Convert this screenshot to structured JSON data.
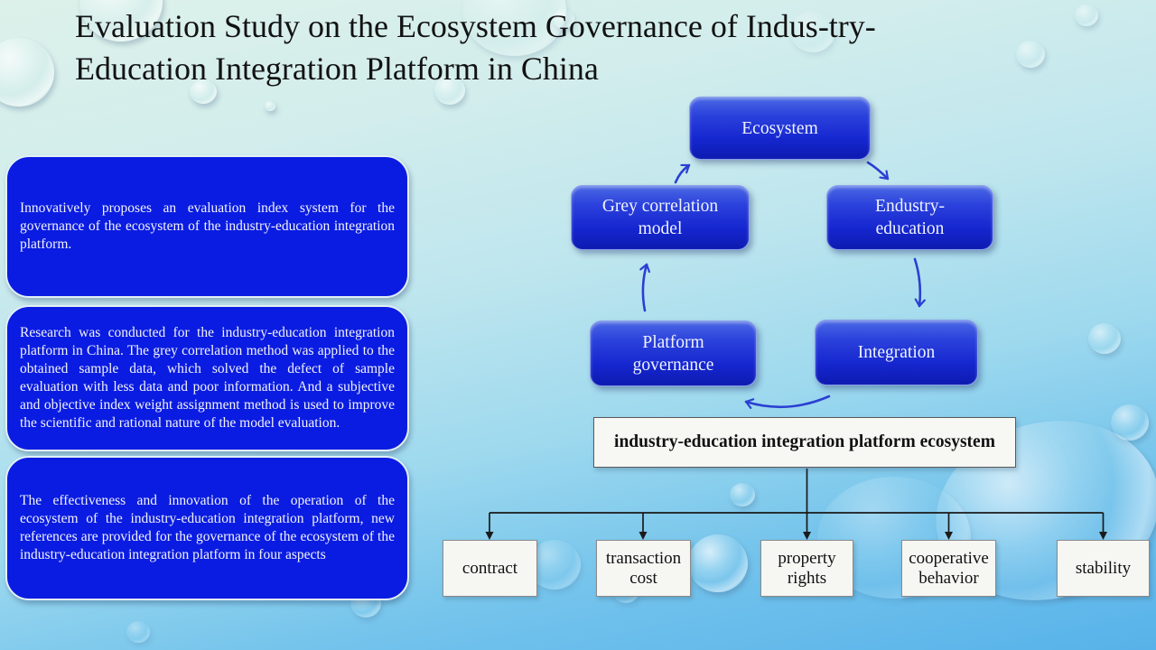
{
  "title": {
    "line1": "Evaluation Study on the Ecosystem Governance of Indus-try-",
    "line2": "Education Integration Platform in China"
  },
  "left_panels": [
    {
      "text": "Innovatively proposes an evaluation index system for the governance of the ecosystem of the industry-education integration platform."
    },
    {
      "text": "Research was conducted for the industry-education integration platform in China. The grey correlation method was applied to the obtained sample data, which solved the defect of sample evaluation with less data and poor information. And a subjective and objective index weight assignment method is used to improve the scientific and rational nature of the model evaluation."
    },
    {
      "text": "The effectiveness and innovation of the operation of the ecosystem of the industry-education integration platform, new references are provided for the governance of the ecosystem of the industry-education integration platform in four aspects"
    }
  ],
  "diagram": {
    "nodes": [
      {
        "id": "ecosystem",
        "label": "Ecosystem"
      },
      {
        "id": "grey-correlation-model",
        "label": "Grey correlation model"
      },
      {
        "id": "endustry-education",
        "label": "Endustry-education"
      },
      {
        "id": "platform-governance",
        "label": "Platform governance"
      },
      {
        "id": "integration",
        "label": "Integration"
      }
    ],
    "hub_label": "industry-education integration platform ecosystem",
    "leaves": [
      "contract",
      "transaction cost",
      "property rights",
      "cooperative behavior",
      "stability"
    ],
    "arrows": [
      {
        "from": "grey-correlation-model",
        "to": "ecosystem"
      },
      {
        "from": "ecosystem",
        "to": "endustry-education"
      },
      {
        "from": "platform-governance",
        "to": "grey-correlation-model"
      },
      {
        "from": "endustry-education",
        "to": "integration"
      },
      {
        "from": "integration",
        "to": "platform-governance"
      },
      {
        "from": "industry-education integration platform ecosystem",
        "to": "contract | transaction cost | property rights | cooperative behavior | stability"
      }
    ]
  },
  "colors": {
    "panel_blue": "#0a1ce1",
    "node_blue_top": "#4a68e4",
    "node_blue_bottom": "#0d1bb0",
    "arrow_blue": "#2a40d2",
    "connector_black": "#1a1a1a",
    "hub_background": "#f7f7f4",
    "leaf_background": "#f6f6f3",
    "title_color": "#121212"
  }
}
